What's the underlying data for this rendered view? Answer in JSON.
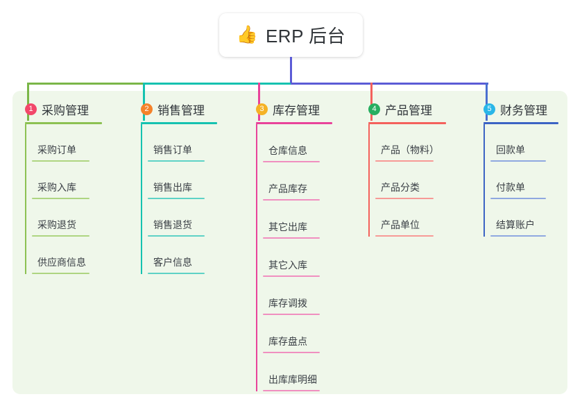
{
  "root": {
    "emoji": "👍",
    "emoji_name": "thumbs-up-emoji",
    "title": "ERP 后台"
  },
  "theme": {
    "page_background": "#ffffff",
    "panel_background": "#eff7ea",
    "root_card_background": "#ffffff",
    "root_stem_color": "#5b5bd6",
    "text_color": "#30353a"
  },
  "connector": {
    "segments": [
      {
        "name": "trunk-green",
        "color": "#7ab648"
      },
      {
        "name": "trunk-teal",
        "color": "#15c2b0"
      },
      {
        "name": "trunk-purple",
        "color": "#5b5bd6"
      }
    ]
  },
  "branches": [
    {
      "index": "1",
      "title": "采购管理",
      "badge_color": "#f2476a",
      "line_color": "#8cc152",
      "leaf_line_color": "#aed581",
      "drop_color": "#7ab648",
      "children": [
        "采购订单",
        "采购入库",
        "采购退货",
        "供应商信息"
      ]
    },
    {
      "index": "2",
      "title": "销售管理",
      "badge_color": "#f5822a",
      "line_color": "#15c2b0",
      "leaf_line_color": "#5ed2c6",
      "drop_color": "#15c2b0",
      "children": [
        "销售订单",
        "销售出库",
        "销售退货",
        "客户信息"
      ]
    },
    {
      "index": "3",
      "title": "库存管理",
      "badge_color": "#f5b225",
      "line_color": "#e8439a",
      "leaf_line_color": "#f08fc0",
      "drop_color": "#e8439a",
      "children": [
        "仓库信息",
        "产品库存",
        "其它出库",
        "其它入库",
        "库存调拨",
        "库存盘点",
        "出库库明细"
      ]
    },
    {
      "index": "4",
      "title": "产品管理",
      "badge_color": "#27ae60",
      "line_color": "#f4615c",
      "leaf_line_color": "#f79a96",
      "drop_color": "#f4615c",
      "children": [
        "产品（物料）",
        "产品分类",
        "产品单位"
      ]
    },
    {
      "index": "5",
      "title": "财务管理",
      "badge_color": "#29b6e8",
      "line_color": "#3b63c4",
      "leaf_line_color": "#8fa8e0",
      "drop_color": "#4a6fd0",
      "children": [
        "回款单",
        "付款单",
        "结算账户"
      ]
    }
  ]
}
